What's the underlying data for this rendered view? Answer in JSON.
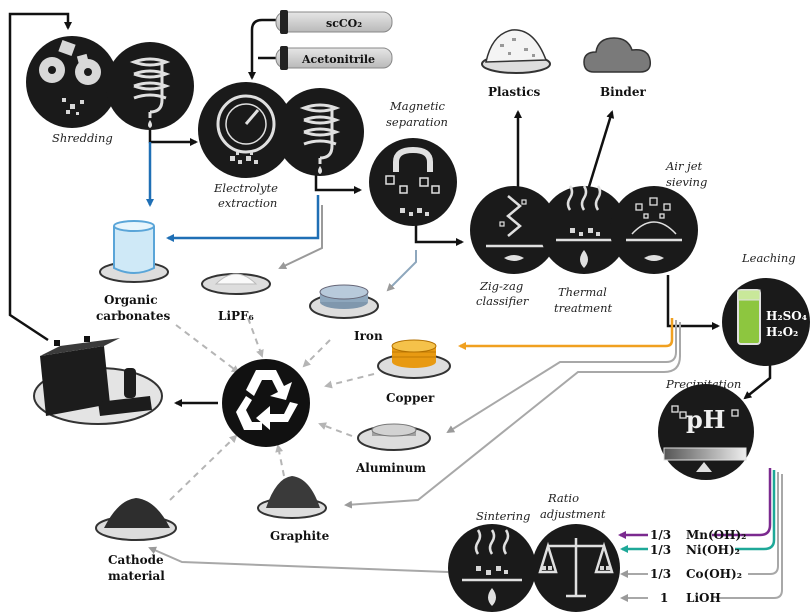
{
  "solvents": {
    "sco2": "scCO₂",
    "acetonitrile": "Acetonitrile"
  },
  "steps": {
    "shredding": "Shredding",
    "electrolyte_1": "Electrolyte",
    "electrolyte_2": "extraction",
    "magnetic_1": "Magnetic",
    "magnetic_2": "separation",
    "zigzag_1": "Zig-zag",
    "zigzag_2": "classifier",
    "thermal_1": "Thermal",
    "thermal_2": "treatment",
    "airjet_1": "Air jet",
    "airjet_2": "sieving",
    "leaching": "Leaching",
    "precipitation": "Precipitation",
    "sintering": "Sintering",
    "ratio_1": "Ratio",
    "ratio_2": "adjustment"
  },
  "products": {
    "plastics": "Plastics",
    "binder": "Binder",
    "organic_1": "Organic",
    "organic_2": "carbonates",
    "lipf6": "LiPF₆",
    "iron": "Iron",
    "copper": "Copper",
    "aluminum": "Aluminum",
    "graphite": "Graphite",
    "cathode_1": "Cathode",
    "cathode_2": "material"
  },
  "leaching_reagents": {
    "acid": "H₂SO₄",
    "peroxide": "H₂O₂"
  },
  "ph_label": "pH",
  "hydroxides": [
    {
      "ratio": "1/3",
      "formula": "Mn(OH)₂"
    },
    {
      "ratio": "1/3",
      "formula": "Ni(OH)₂"
    },
    {
      "ratio": "1/3",
      "formula": "Co(OH)₂"
    },
    {
      "ratio": "1",
      "formula": "LiOH"
    }
  ],
  "colors": {
    "blue": "#1f6fb5",
    "orange": "#f0a020",
    "purple": "#7b2a8f",
    "teal": "#1ea898",
    "gray": "#9a9a9a",
    "dark": "#1a1a1a",
    "copper": "#f5b52c",
    "green": "#8dc63f"
  }
}
